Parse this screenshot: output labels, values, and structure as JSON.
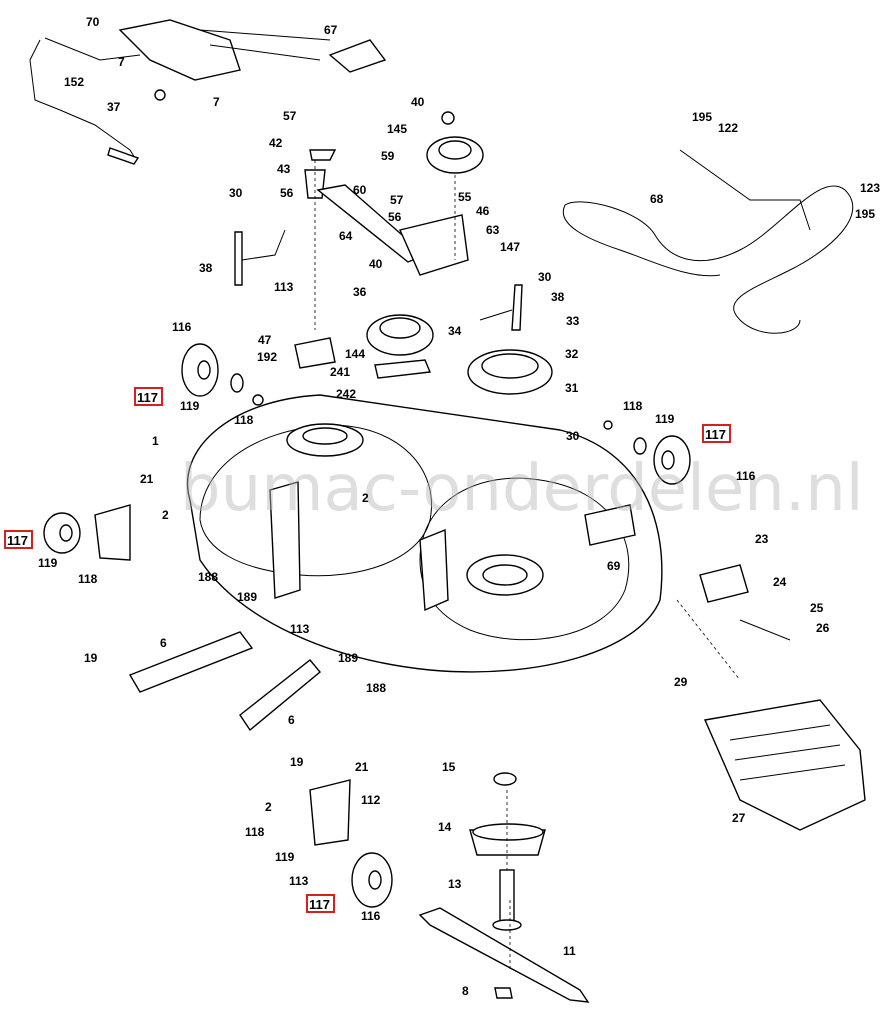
{
  "watermark": "bumac-onderdelen.nl",
  "highlight_color": "#d62020",
  "labels": [
    {
      "text": "70"
    },
    {
      "text": "67"
    },
    {
      "text": "7"
    },
    {
      "text": "152"
    },
    {
      "text": "37"
    },
    {
      "text": "7"
    },
    {
      "text": "57"
    },
    {
      "text": "40"
    },
    {
      "text": "145"
    },
    {
      "text": "42"
    },
    {
      "text": "59"
    },
    {
      "text": "43"
    },
    {
      "text": "56"
    },
    {
      "text": "60"
    },
    {
      "text": "57"
    },
    {
      "text": "55"
    },
    {
      "text": "30"
    },
    {
      "text": "56"
    },
    {
      "text": "46"
    },
    {
      "text": "64"
    },
    {
      "text": "63"
    },
    {
      "text": "147"
    },
    {
      "text": "40"
    },
    {
      "text": "30"
    },
    {
      "text": "38"
    },
    {
      "text": "36"
    },
    {
      "text": "38"
    },
    {
      "text": "113"
    },
    {
      "text": "34"
    },
    {
      "text": "33"
    },
    {
      "text": "116"
    },
    {
      "text": "47"
    },
    {
      "text": "192"
    },
    {
      "text": "144"
    },
    {
      "text": "32"
    },
    {
      "text": "241"
    },
    {
      "text": "31"
    },
    {
      "text": "119"
    },
    {
      "text": "242"
    },
    {
      "text": "118"
    },
    {
      "text": "30"
    },
    {
      "text": "118"
    },
    {
      "text": "119"
    },
    {
      "text": "1"
    },
    {
      "text": "116"
    },
    {
      "text": "21"
    },
    {
      "text": "2"
    },
    {
      "text": "2"
    },
    {
      "text": "119"
    },
    {
      "text": "118"
    },
    {
      "text": "188"
    },
    {
      "text": "189"
    },
    {
      "text": "113"
    },
    {
      "text": "69"
    },
    {
      "text": "23"
    },
    {
      "text": "24"
    },
    {
      "text": "25"
    },
    {
      "text": "26"
    },
    {
      "text": "19"
    },
    {
      "text": "6"
    },
    {
      "text": "189"
    },
    {
      "text": "188"
    },
    {
      "text": "29"
    },
    {
      "text": "6"
    },
    {
      "text": "19"
    },
    {
      "text": "21"
    },
    {
      "text": "15"
    },
    {
      "text": "2"
    },
    {
      "text": "112"
    },
    {
      "text": "118"
    },
    {
      "text": "14"
    },
    {
      "text": "119"
    },
    {
      "text": "27"
    },
    {
      "text": "113"
    },
    {
      "text": "13"
    },
    {
      "text": "116"
    },
    {
      "text": "11"
    },
    {
      "text": "8"
    },
    {
      "text": "195"
    },
    {
      "text": "122"
    },
    {
      "text": "68"
    },
    {
      "text": "123"
    },
    {
      "text": "195"
    }
  ],
  "highlighted_labels": [
    {
      "text": "117"
    },
    {
      "text": "117"
    },
    {
      "text": "117"
    },
    {
      "text": "117"
    }
  ]
}
